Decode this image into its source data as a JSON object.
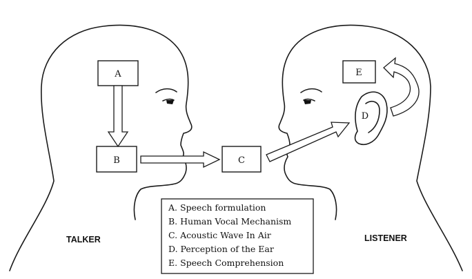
{
  "boxes": {
    "a": "A",
    "b": "B",
    "c": "C",
    "d": "D",
    "e": "E"
  },
  "roles": {
    "talker": "TALKER",
    "listener": "LISTENER"
  },
  "legend": [
    "A.  Speech formulation",
    "B.  Human Vocal Mechanism",
    "C.  Acoustic Wave In Air",
    "D.  Perception of the Ear",
    "E.  Speech Comprehension"
  ],
  "icons": [
    "talker-head",
    "listener-head",
    "eye",
    "ear",
    "arrow"
  ]
}
